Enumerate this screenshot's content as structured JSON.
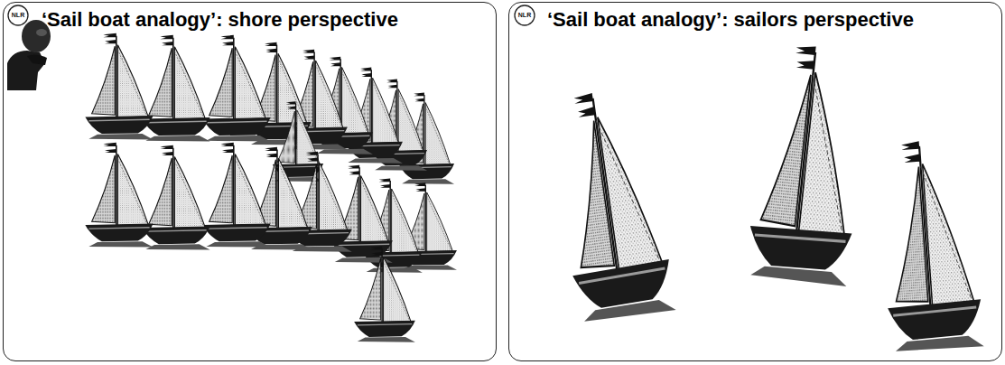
{
  "diagram": {
    "nodes": [
      {
        "text": [
          "‘Sail boat analogy’: shore perspective"
        ]
      },
      {
        "text": [
          "‘Sail boat analogy’: sailors perspective"
        ]
      }
    ],
    "labels": [
      "NLR",
      "NLR"
    ]
  }
}
